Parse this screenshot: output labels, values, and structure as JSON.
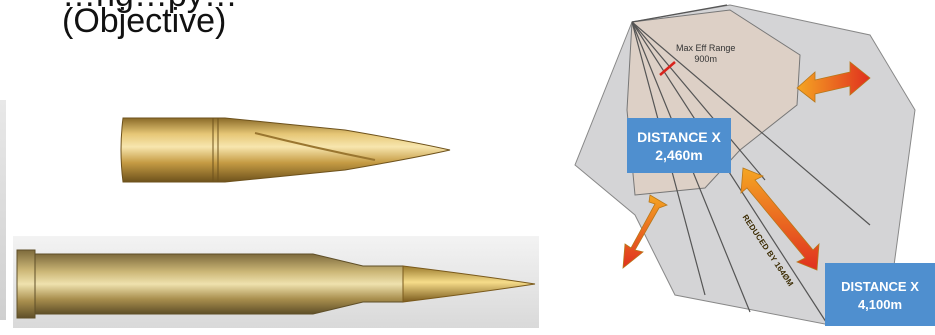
{
  "header": {
    "title_cut": "…ng…py…",
    "title_line": "(Objective)"
  },
  "images": {
    "bullet": "bullet-projectile",
    "cartridge": "rifle-cartridge"
  },
  "diagram": {
    "range_label": "Max Eff Range",
    "range_value": "900m",
    "box1": {
      "title": "DISTANCE X",
      "value": "2,460m"
    },
    "box2": {
      "title": "DISTANCE X",
      "value": "4,100m"
    },
    "reduced_label": "REDUCED BY 164ØM"
  },
  "colors": {
    "box_blue": "#4f8fcf",
    "sector_gray": "#d4d4d6",
    "core_tan": "#ddd0c6",
    "arrow_orange": "#f5a623",
    "arrow_red": "#e0301e",
    "brass": "#c9a24a"
  }
}
